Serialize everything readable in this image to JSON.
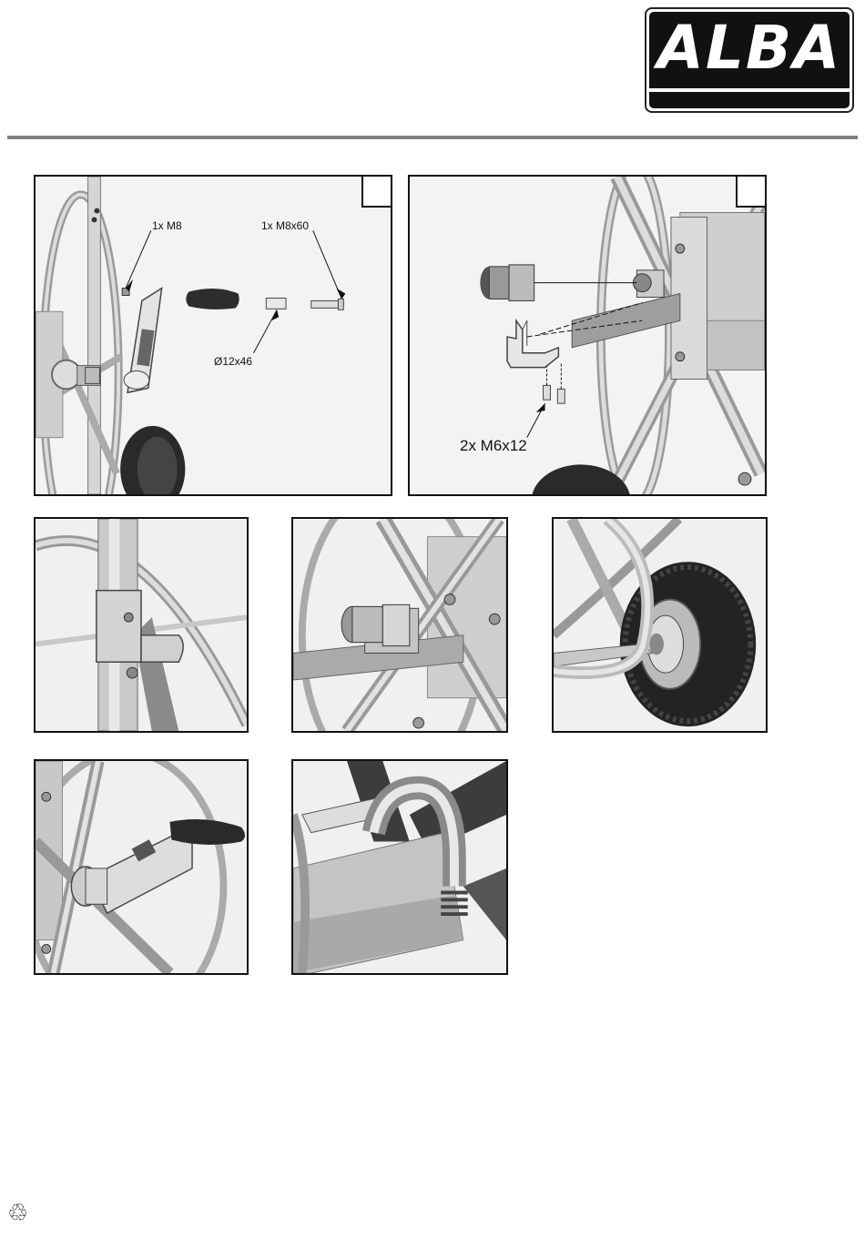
{
  "brand": {
    "name": "ALBA"
  },
  "panels": [
    {
      "id": "step-1",
      "labels": [
        "1x M8",
        "1x M8x60",
        "Ø12x46"
      ]
    },
    {
      "id": "step-2",
      "labels": [
        "2x M6x12"
      ]
    },
    {
      "id": "detail-handle-clamp"
    },
    {
      "id": "detail-hose-connector"
    },
    {
      "id": "detail-wheel"
    },
    {
      "id": "detail-crank-handle"
    },
    {
      "id": "detail-hose-guide"
    }
  ],
  "footer": {
    "icon": "recycle-icon",
    "glyph": "♲"
  }
}
